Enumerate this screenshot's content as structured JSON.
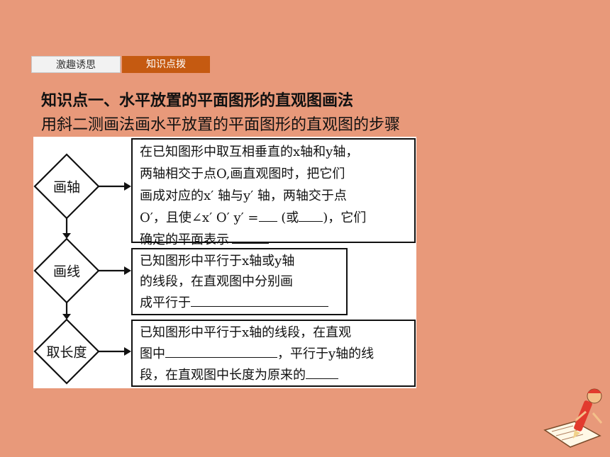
{
  "tabs": [
    {
      "label": "激趣诱思",
      "active": false
    },
    {
      "label": "知识点拨",
      "active": true
    }
  ],
  "heading": "知识点一、水平放置的平面图形的直观图画法",
  "subheading": "用斜二测画法画水平放置的平面图形的直观图的步骤",
  "flow": {
    "step1": {
      "label": "画轴",
      "lines": [
        "在已知图形中取互相垂直的x轴和y轴，",
        "两轴相交于点O,画直观图时，把它们",
        "画成对应的x′ 轴与y′ 轴，两轴交于点",
        "O′，且使∠x′ O′ y′ =",
        "(或",
        ")，它们",
        "确定的平面表示"
      ]
    },
    "step2": {
      "label": "画线",
      "lines": [
        "已知图形中平行于x轴或y轴",
        "的线段，在直观图中分别画",
        "成平行于"
      ]
    },
    "step3": {
      "label": "取长度",
      "lines": [
        "已知图形中平行于x轴的线段，在直观",
        "图中",
        "，平行于y轴的线",
        "段，在直观图中长度为原来的"
      ]
    }
  },
  "colors": {
    "background": "#e8997a",
    "tab_active": "#c55a11",
    "tab_inactive": "#f2f2f2"
  },
  "decor": {
    "mascot": "pencil-character-icon"
  }
}
